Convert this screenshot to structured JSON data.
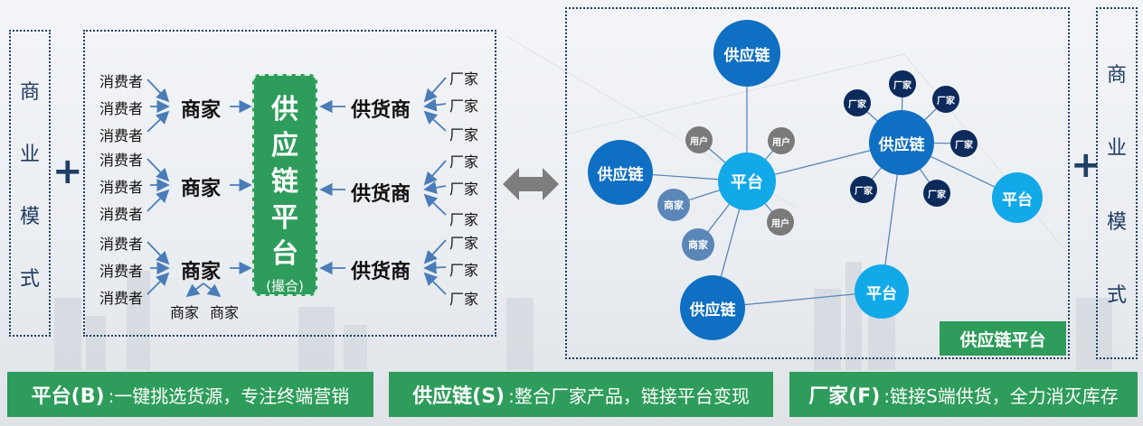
{
  "side_label": [
    "商",
    "业",
    "模",
    "式"
  ],
  "plus": "+",
  "consumer": "消费者",
  "merchant": "商家",
  "supplier": "供货商",
  "factory": "厂家",
  "core": {
    "chars": [
      "供",
      "应",
      "链",
      "平",
      "台"
    ],
    "sub": "(撮合)"
  },
  "arrow_hint": "⟷",
  "network": {
    "supply": "供应链",
    "platform": "平台",
    "merchant": "商家",
    "user": "用户",
    "factory": "厂家"
  },
  "network_badge": "供应链平台",
  "bottom": [
    {
      "key": "平台(B)",
      "desc": ":一键挑选货源，专注终端营销"
    },
    {
      "key": "供应链(S)",
      "desc": ":整合厂家产品，链接平台变现"
    },
    {
      "key": "厂家(F)",
      "desc": ":链接S端供货，全力消灭库存"
    }
  ],
  "colors": {
    "navy": "#1f3f66",
    "green": "#2e9c5a",
    "blue_dark": "#0f6fc2",
    "blue_light": "#12a9e8",
    "gray": "#7a7a7a",
    "steel": "#5a86b8",
    "deep": "#0d2a5c"
  }
}
